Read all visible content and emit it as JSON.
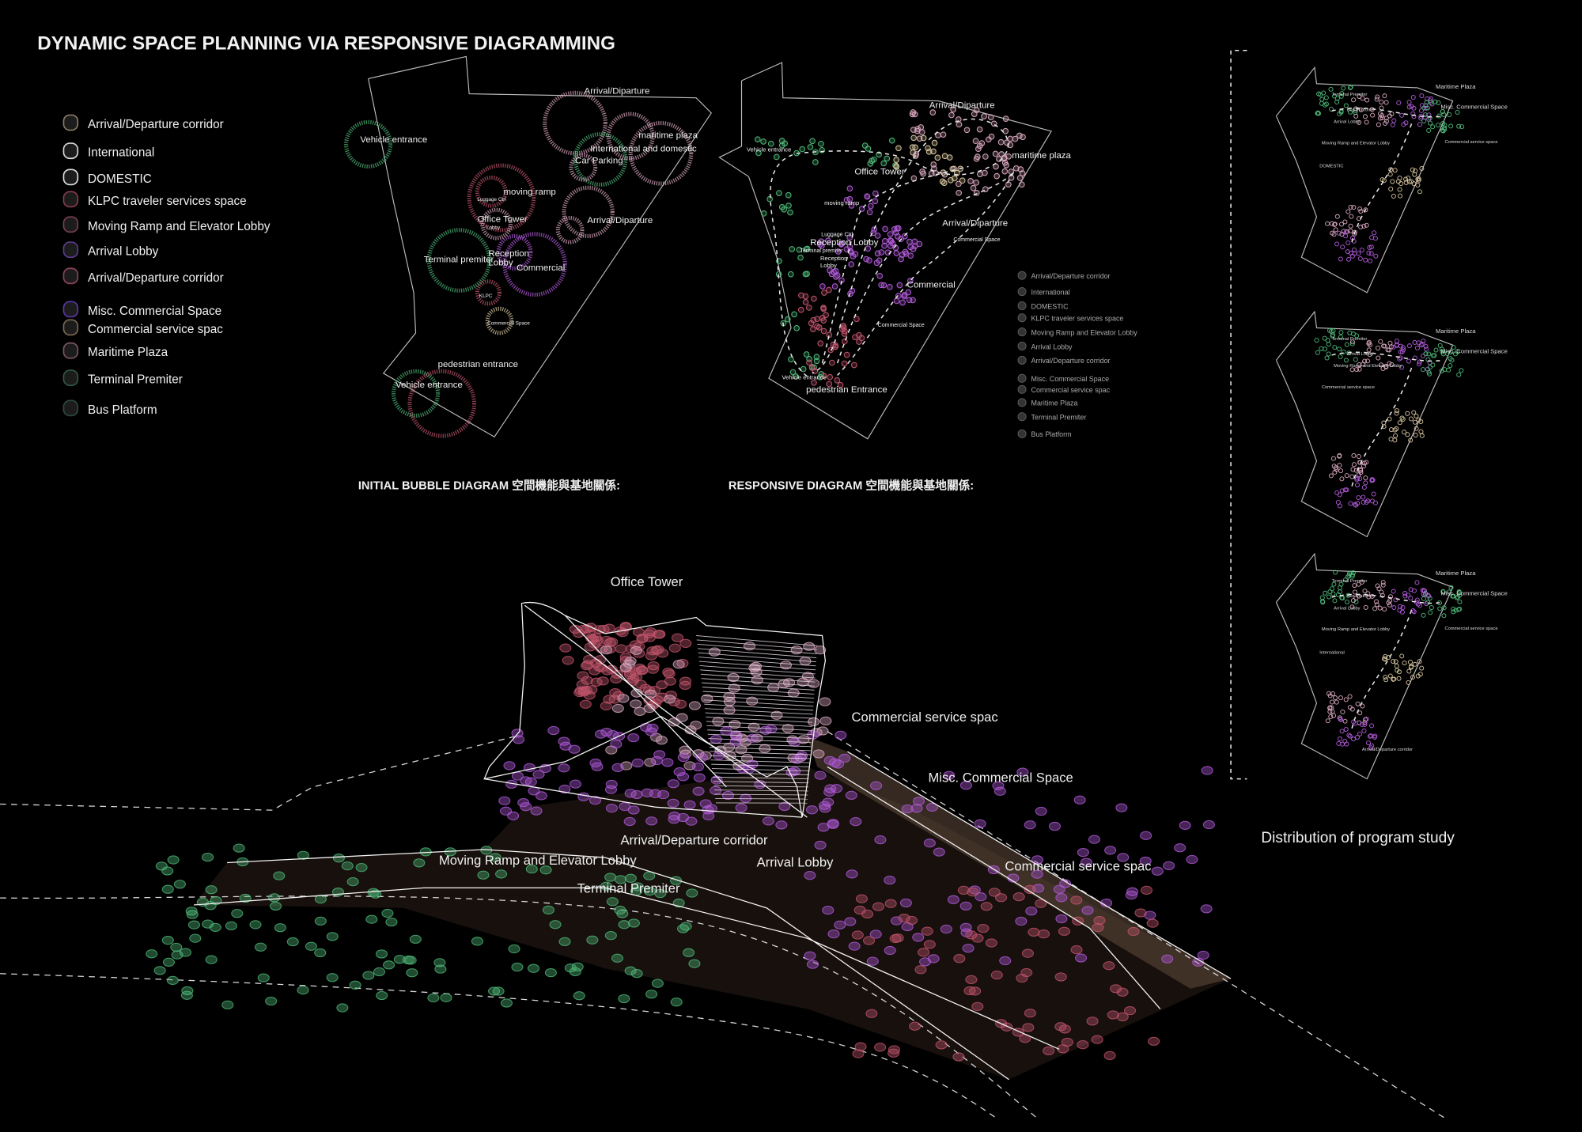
{
  "title": "DYNAMIC SPACE PLANNING VIA RESPONSIVE DIAGRAMMING",
  "colors": {
    "background": "#000000",
    "green": "#4fb879",
    "pink": "#d8a6bd",
    "purple": "#b15ad9",
    "beige": "#d6c49d",
    "rose": "#c0546c",
    "grey": "#bdbdbd"
  },
  "legend": [
    {
      "label": "Arrival/Departure corridor",
      "color": "#8a7a63"
    },
    {
      "label": "International",
      "color": "#d8d8d8"
    },
    {
      "label": "DOMESTIC",
      "color": "#e0e0e0"
    },
    {
      "label": "KLPC traveler services space",
      "color": "#8a3d4e"
    },
    {
      "label": "Moving Ramp and  Elevator Lobby",
      "color": "#7a3e55"
    },
    {
      "label": "Arrival Lobby",
      "color": "#5a3c8c"
    },
    {
      "label": "Arrival/Departure corridor",
      "color": "#8c4358"
    },
    {
      "label": "Misc. Commercial Space",
      "color": "#5b36a8"
    },
    {
      "label": "Commercial service spac",
      "color": "#7d6a50"
    },
    {
      "label": "Maritime Plaza",
      "color": "#7b5363"
    },
    {
      "label": "Terminal Premiter",
      "color": "#2f5a44"
    },
    {
      "label": "Bus Platform",
      "color": "#2c4a3c"
    }
  ],
  "initial_diagram": {
    "caption": "INITIAL BUBBLE DIAGRAM 空間機能與基地關係:",
    "labels": {
      "vehicle_entrance_top": "Vehicle entrance",
      "arrival_top": "Arrival/Diparture",
      "maritime": "maritime plaza",
      "intl_domestic": "International and domestic",
      "car_parking": "Car Parking",
      "moving_ramp": "moving ramp",
      "luggage": "Luggage Ctrl",
      "office_tower": "Office Tower",
      "lobby_small": "Lobby",
      "arrival_mid": "Arrival/Diparture",
      "terminal": "Terminal premiter",
      "reception": "Reception",
      "reception_lobby": "Lobby",
      "commercial": "Commercial",
      "klpc": "KLPC",
      "commercial_space": "Commercial Space",
      "pedestrian": "pedestrian entrance",
      "vehicle_entrance_bottom": "Vehicle entrance"
    }
  },
  "responsive_diagram": {
    "caption": "RESPONSIVE DIAGRAM 空間機能與基地關係:",
    "labels": {
      "arrival_top": "Arrival/Diparture",
      "maritime": "maritime plaza",
      "vehicle_entrance_top": "Vehicle entrance",
      "office_tower": "Office Tower",
      "moving_ramp": "moving ramp",
      "arrival_mid": "Arrival/Diparture",
      "commercial_space_top": "Commercial Space",
      "luggage": "Luggage Ctrl",
      "reception_lobby": "Reception Lobby",
      "terminal": "Terminal premiter",
      "reception": "Reception",
      "lobby": "Lobby",
      "commercial": "Commercial",
      "commercial_space_bottom": "Commercial Space",
      "vehicle_entrance_bottom": "Vehicle entrance",
      "pedestrian": "pedestrian Entrance"
    },
    "legend": [
      "Arrival/Departure corridor",
      "International",
      "DOMESTIC",
      "KLPC traveler services space",
      "Moving Ramp and  Elevator Lobby",
      "Arrival Lobby",
      "Arrival/Departure corridor",
      "Misc. Commercial Space",
      "Commercial service spac",
      "Maritime Plaza",
      "Terminal Premiter",
      "Bus Platform"
    ]
  },
  "distribution": {
    "caption": "Distribution of program study",
    "studies": [
      {
        "labels": [
          "Maritime Plaza",
          "Misc. Commercial Space",
          "Terminal Premiter",
          "Bus Platform",
          "Arrival Lobby",
          "Moving Ramp and Elevator Lobby",
          "Commercial service space",
          "DOMESTIC"
        ]
      },
      {
        "labels": [
          "Maritime Plaza",
          "Misc. Commercial Space",
          "Terminal Premiter",
          "Arrival Lobby",
          "Moving Ramp and Elevator Lobby",
          "Commercial service space"
        ]
      },
      {
        "labels": [
          "Maritime Plaza",
          "Misc. Commercial Space",
          "Terminal Premiter",
          "Bus Platform",
          "Arrival Lobby",
          "Moving Ramp and Elevator Lobby",
          "Commercial service space",
          "International",
          "Arrival/Departure corridor"
        ]
      }
    ]
  },
  "axonometric": {
    "labels": {
      "office_tower": "Office Tower",
      "commercial_service_1": "Commercial service spac",
      "misc_commercial": "Misc. Commercial Space",
      "arrival_departure": "Arrival/Departure corridor",
      "moving_ramp": "Moving Ramp and  Elevator Lobby",
      "arrival_lobby": "Arrival Lobby",
      "commercial_service_2": "Commercial service spac",
      "terminal": "Terminal Premiter"
    }
  }
}
